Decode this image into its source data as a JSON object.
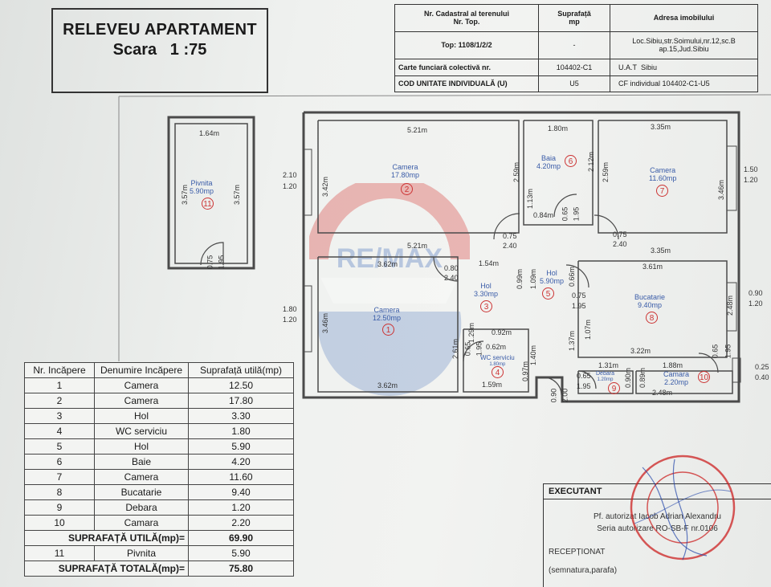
{
  "title": {
    "line1": "RELEVEU APARTAMENT",
    "scale_label": "Scara",
    "scale_value": "1 :75"
  },
  "info_table": {
    "h_cadastral": "Nr. Cadastral al terenului",
    "h_top": "Nr. Top.",
    "h_area": "Suprafață",
    "h_area_unit": "mp",
    "h_address": "Adresa imobilului",
    "top": "Top: 1108/1/2/2",
    "area_value": "-",
    "address": "Loc.Sibiu,str.Soimului,nr.12,sc.B ap.15,Jud.Sibiu",
    "cf_label": "Carte funciară colectivă nr.",
    "cf_value": "104402-C1",
    "uat_label": "U.A.T",
    "uat_value": "Sibiu",
    "cod_label": "COD UNITATE INDIVIDUALĂ (U)",
    "cod_value": "U5",
    "cf_ind_label": "CF individual",
    "cf_ind_value": "104402-C1-U5"
  },
  "rooms_on_plan": [
    {
      "name": "Pivnita",
      "area": "5.90mp",
      "num": "11"
    },
    {
      "name": "Camera",
      "area": "17.80mp",
      "num": "2"
    },
    {
      "name": "Baia",
      "area": "4.20mp",
      "num": "6"
    },
    {
      "name": "Camera",
      "area": "11.60mp",
      "num": "7"
    },
    {
      "name": "Camera",
      "area": "12.50mp",
      "num": "1"
    },
    {
      "name": "Hol",
      "area": "3.30mp",
      "num": "3"
    },
    {
      "name": "Hol",
      "area": "5.90mp",
      "num": "5"
    },
    {
      "name": "Bucatarie",
      "area": "9.40mp",
      "num": "8"
    },
    {
      "name": "WC serviciu",
      "area": "1.80mp",
      "num": "4"
    },
    {
      "name": "Debara",
      "area": "1.20mp",
      "num": "9"
    },
    {
      "name": "Camara",
      "area": "2.20mp",
      "num": "10"
    }
  ],
  "dimensions": {
    "piv_w": "1.64m",
    "piv_h1": "3.57m",
    "piv_h2": "3.57m",
    "piv_d1": "0.75",
    "piv_d2": "1.95",
    "c2_w": "5.21m",
    "c2_w2": "5.21m",
    "c2_h": "3.42m",
    "b_w": "1.80m",
    "b_h1": "2.59m",
    "b_h2": "1.13m",
    "b_w2": "0.84m",
    "b_d1": "0.65",
    "b_d2": "1.95",
    "b_h3": "2.12m",
    "c7_w": "3.35m",
    "c7_w2": "3.35m",
    "c7_h1": "2.59m",
    "c7_h2": "3.46m",
    "d1a": "0.75",
    "d1b": "2.40",
    "d2a": "0.75",
    "d2b": "2.40",
    "c1_w": "3.62m",
    "c1_w2": "3.62m",
    "c1_h": "3.46m",
    "c1_h2": "2.61m",
    "h3_w": "1.54m",
    "h3_d1": "0.80",
    "h3_d2": "2.40",
    "h3_h": "0.99m",
    "h3_h2": "1.29m",
    "h5_h": "1.09m",
    "h5_h2": "0.66m",
    "k_w": "3.61m",
    "k_w2": "3.22m",
    "k_h": "2.48m",
    "k_h2": "1.07m",
    "k_d1": "0.75",
    "k_d2": "1.95",
    "wc_w": "0.92m",
    "wc_w2": "0.62m",
    "wc_w3": "1.59m",
    "wc_h": "1.40m",
    "wc_h2": "0.97m",
    "wc_d1": "0.65",
    "wc_d2": "1.95",
    "h5_h3": "1.37m",
    "db_w": "1.31m",
    "db_d1": "0.65",
    "db_d2": "1.95",
    "db_h": "0.90m",
    "db_h2": "0.89m",
    "cm_w": "1.88m",
    "cm_w2": "2.48m",
    "cm_d1": "0.65",
    "cm_d2": "1.95",
    "ent1": "0.90",
    "ent2": "2.00",
    "w_left1a": "2.10",
    "w_left1b": "1.20",
    "w_left2a": "1.80",
    "w_left2b": "1.20",
    "w_right1a": "1.50",
    "w_right1b": "1.20",
    "w_right2a": "0.90",
    "w_right2b": "1.20",
    "w_right3a": "0.25",
    "w_right3b": "0.40"
  },
  "rooms_table": {
    "h_nr": "Nr. Incăpere",
    "h_name": "Denumire Incăpere",
    "h_area": "Suprafață utilă(mp)",
    "rows": [
      {
        "nr": "1",
        "name": "Camera",
        "area": "12.50"
      },
      {
        "nr": "2",
        "name": "Camera",
        "area": "17.80"
      },
      {
        "nr": "3",
        "name": "Hol",
        "area": "3.30"
      },
      {
        "nr": "4",
        "name": "WC serviciu",
        "area": "1.80"
      },
      {
        "nr": "5",
        "name": "Hol",
        "area": "5.90"
      },
      {
        "nr": "6",
        "name": "Baie",
        "area": "4.20"
      },
      {
        "nr": "7",
        "name": "Camera",
        "area": "11.60"
      },
      {
        "nr": "8",
        "name": "Bucatarie",
        "area": "9.40"
      },
      {
        "nr": "9",
        "name": "Debara",
        "area": "1.20"
      },
      {
        "nr": "10",
        "name": "Camara",
        "area": "2.20"
      }
    ],
    "util_label": "SUPRAFAȚĂ UTILĂ(mp)=",
    "util_value": "69.90",
    "piv_nr": "11",
    "piv_name": "Pivnita",
    "piv_area": "5.90",
    "total_label": "SUPRAFAȚĂ TOTALĂ(mp)=",
    "total_value": "75.80"
  },
  "executant": {
    "header": "EXECUTANT",
    "line1": "Pf. autorizat Iacob Adrian Alexandru",
    "line2": "Seria autorizare RO-SB-F nr.0106",
    "receptionat": "RECEPȚIONAT",
    "semnatura": "(semnatura,parafa)"
  },
  "colors": {
    "wall": "#555555",
    "room_text": "#3a5ca8",
    "room_num": "#cc3333",
    "stamp": "#cc2222",
    "logo_red": "#d9534f",
    "logo_blue": "#5a7fc0"
  }
}
